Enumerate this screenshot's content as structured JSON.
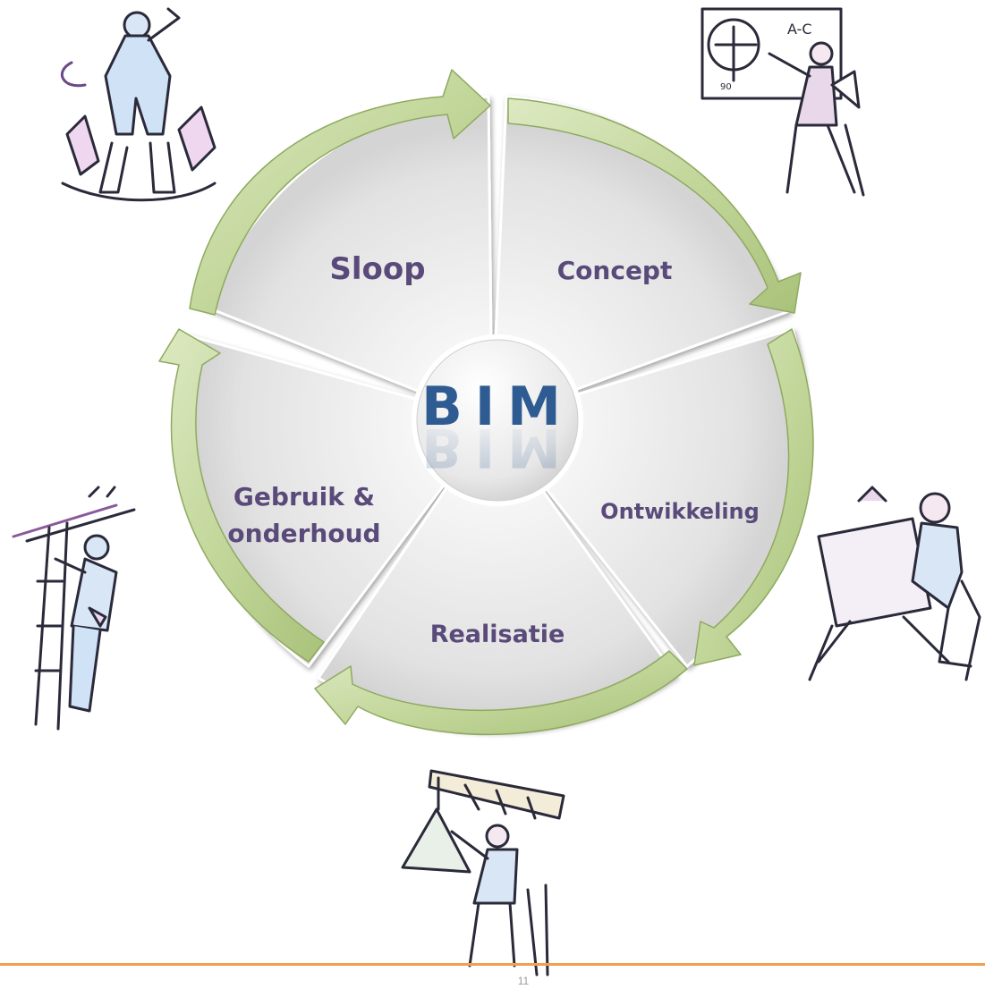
{
  "center": {
    "label": "BIM",
    "color": "#2e5b92"
  },
  "segments": [
    {
      "id": "sloop",
      "label": "Sloop"
    },
    {
      "id": "concept",
      "label": "Concept"
    },
    {
      "id": "ontwikkeling",
      "label": "Ontwikkeling"
    },
    {
      "id": "realisatie",
      "label": "Realisatie"
    },
    {
      "id": "gebruik",
      "label_line1": "Gebruik &",
      "label_line2": "onderhoud"
    }
  ],
  "illustrations": [
    {
      "name": "worker-demolition-icon"
    },
    {
      "name": "presenter-icon"
    },
    {
      "name": "draftsperson-icon"
    },
    {
      "name": "builder-crane-icon"
    },
    {
      "name": "maintenance-worker-icon"
    }
  ],
  "colors": {
    "arrow": "#c4d89c",
    "arrow_dark": "#9db86a",
    "segment": "#e6e6e6",
    "label": "#5a4a7a",
    "footer_line": "#f0a050"
  },
  "footer": {
    "page_number": "11"
  }
}
